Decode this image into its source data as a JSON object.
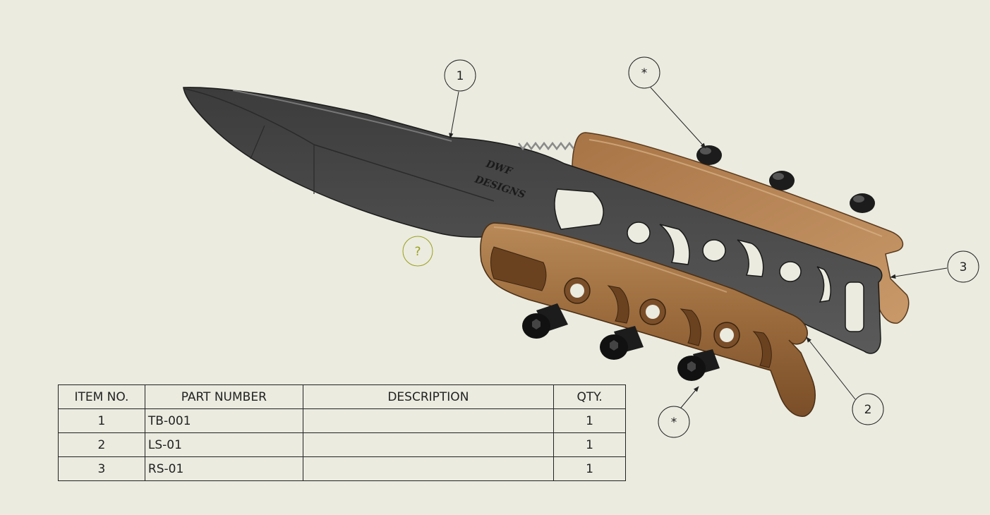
{
  "balloons": [
    {
      "id": "b1",
      "label": "1"
    },
    {
      "id": "bstar-top",
      "label": "*"
    },
    {
      "id": "b3",
      "label": "3"
    },
    {
      "id": "b2",
      "label": "2"
    },
    {
      "id": "bstar-bottom",
      "label": "*"
    },
    {
      "id": "bq",
      "label": "?"
    }
  ],
  "engraving": {
    "line1": "DWF",
    "line2": "DESIGNS"
  },
  "bom": {
    "headers": [
      "ITEM NO.",
      "PART NUMBER",
      "DESCRIPTION",
      "QTY."
    ],
    "rows": [
      {
        "item": "1",
        "part": "TB-001",
        "description": "",
        "qty": "1"
      },
      {
        "item": "2",
        "part": "LS-01",
        "description": "",
        "qty": "1"
      },
      {
        "item": "3",
        "part": "RS-01",
        "description": "",
        "qty": "1"
      }
    ]
  },
  "colors": {
    "background": "#ebebe0",
    "blade": "#4a4a4a",
    "wood": "#9a6a3c",
    "screw": "#1c1c1c",
    "balloon_unresolved": "#9aa21a"
  }
}
